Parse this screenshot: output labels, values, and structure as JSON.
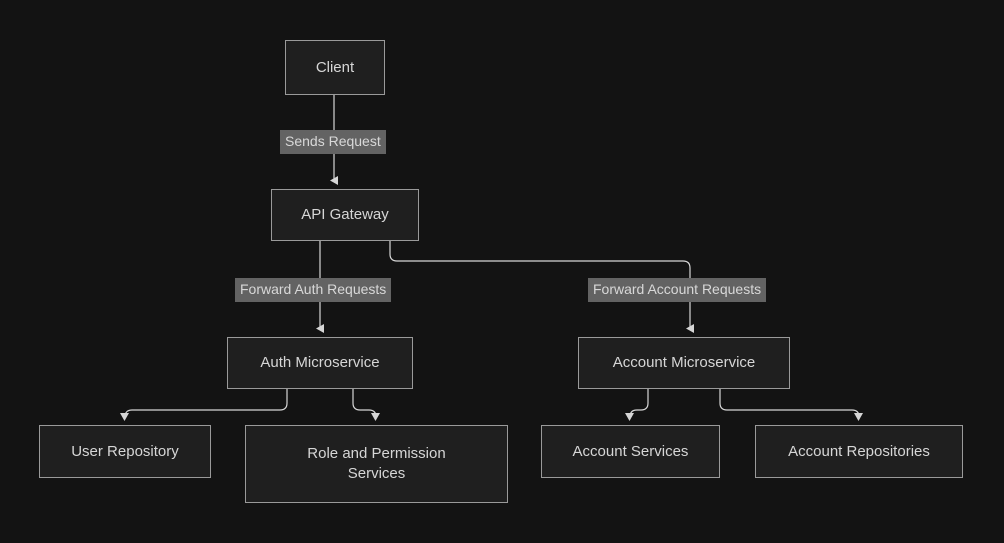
{
  "diagram": {
    "type": "flowchart",
    "direction": "top-down",
    "background_color": "#131313",
    "node_fill_color": "#1f1f1f",
    "node_border_color": "#9a9a9a",
    "node_text_color": "#d6d6d6",
    "edge_color": "#d6d6d6",
    "edge_label_background": "#636363",
    "edge_label_text_color": "#d8d8d8",
    "nodes": [
      {
        "id": "client",
        "label": "Client"
      },
      {
        "id": "api-gateway",
        "label": "API Gateway"
      },
      {
        "id": "auth-microservice",
        "label": "Auth Microservice"
      },
      {
        "id": "account-microservice",
        "label": "Account Microservice"
      },
      {
        "id": "user-repository",
        "label": "User Repository"
      },
      {
        "id": "role-and-permission-services",
        "label": "Role and Permission\nServices"
      },
      {
        "id": "account-services",
        "label": "Account Services"
      },
      {
        "id": "account-repositories",
        "label": "Account Repositories"
      }
    ],
    "edges": [
      {
        "from": "client",
        "to": "api-gateway",
        "label": "Sends Request"
      },
      {
        "from": "api-gateway",
        "to": "auth-microservice",
        "label": "Forward Auth Requests"
      },
      {
        "from": "api-gateway",
        "to": "account-microservice",
        "label": "Forward Account Requests"
      },
      {
        "from": "auth-microservice",
        "to": "user-repository",
        "label": ""
      },
      {
        "from": "auth-microservice",
        "to": "role-and-permission-services",
        "label": ""
      },
      {
        "from": "account-microservice",
        "to": "account-services",
        "label": ""
      },
      {
        "from": "account-microservice",
        "to": "account-repositories",
        "label": ""
      }
    ]
  }
}
